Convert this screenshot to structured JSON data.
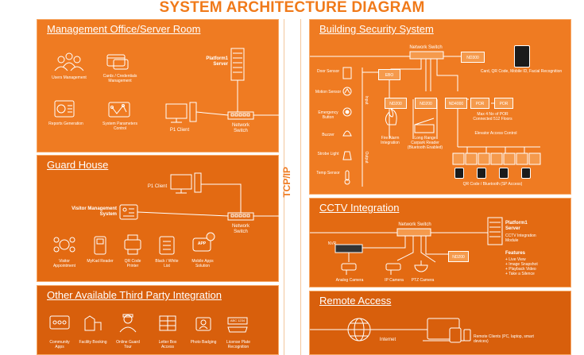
{
  "title": "SYSTEM ARCHITECTURE DIAGRAM",
  "tcp": "TCP/IP",
  "management": {
    "title": "Management Office/Server Room",
    "items": [
      "Users Management",
      "Cards / Credentials Management",
      "Reports Generation",
      "System Parameters Control"
    ],
    "server": "Platform1 Server",
    "client": "P1 Client",
    "switch": "Network Switch"
  },
  "guard": {
    "title": "Guard House",
    "client": "P1 Client",
    "vms": "Visitor Management System",
    "switch": "Network Switch",
    "items": [
      "Visitor Appointment",
      "MyKad Reader",
      "QR Code Printer",
      "Black / White List",
      "Mobile Apps Solution"
    ],
    "app_badge": "APP"
  },
  "third_party": {
    "title": "Other Available Third Party Integration",
    "items": [
      "Community Apps",
      "Facility Booking",
      "Online Guard Tour",
      "Letter Box Access",
      "Photo Badging",
      "License Plate Recognition"
    ],
    "plate": "ABC 1234"
  },
  "security": {
    "title": "Building Security System",
    "switch": "Network Switch",
    "inputs": [
      "Door Sensor",
      "Motion Sensor",
      "Emergency Button",
      "Buzzer",
      "Strobe Light",
      "Temp Sensor"
    ],
    "input_label": "Input",
    "output_label": "Output",
    "ebo": "EBO",
    "nd200_a": "ND200",
    "nd200_b": "ND200",
    "nd4000": "ND4000",
    "nd300": "ND300",
    "por1": "POR",
    "por2": "POR",
    "card_access": "Card, QR Code, Mobile ID, Facial Recognition",
    "fire": "Fire Alarm Integration",
    "long_range": "Long Range Carpark Reader (Bluetooth Enabled)",
    "max_por": "Max 4 No of POR Connected 512 Floors",
    "elevator": "Elevator Access Control",
    "qr_bt": "QR Code / Bluetooth (SP Access)"
  },
  "cctv": {
    "title": "CCTV Integration",
    "switch": "Network Switch",
    "nvr": "NVR",
    "nd200": "ND200",
    "server": "Platform1 Server",
    "server_note": "CCTV Integration Module",
    "features_title": "Features",
    "features": [
      "+ Live View",
      "+ Image Snapshot",
      "+ Playback Video",
      "+ Take a Silence"
    ],
    "cameras": [
      "Analog Camera",
      "IP Camera",
      "PTZ Camera"
    ]
  },
  "remote": {
    "title": "Remote Access",
    "internet": "Internet",
    "clients": "Remote Clients (PC, laptop, smart devices)"
  }
}
